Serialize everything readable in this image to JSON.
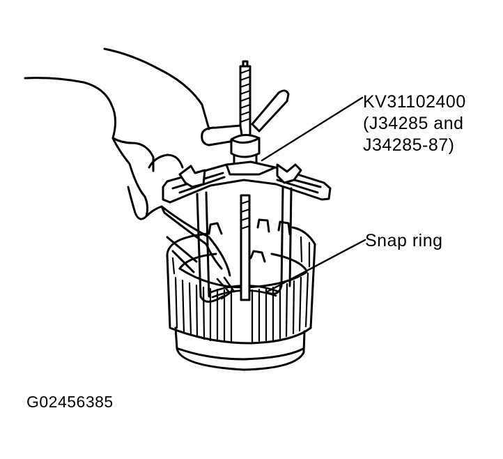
{
  "labels": {
    "tool_line1": "KV31102400",
    "tool_line2": "(J34285 and",
    "tool_line3": "J34285-87)",
    "part": "Snap ring"
  },
  "figure_id": "G02456385",
  "colors": {
    "ink": "#000000",
    "paper": "#ffffff"
  }
}
